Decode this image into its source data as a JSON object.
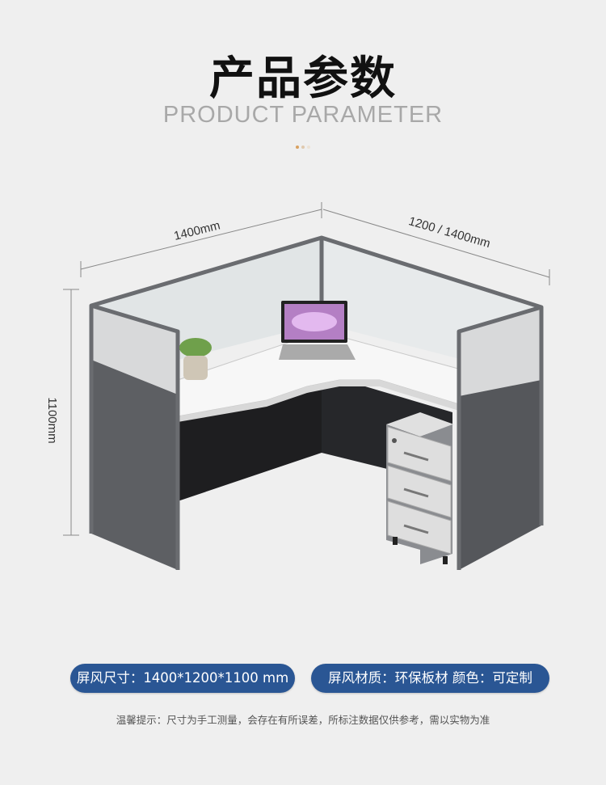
{
  "header": {
    "title": "产品参数",
    "subtitle": "PRODUCT PARAMETER",
    "dot_colors": [
      "#d9a060",
      "#e0c9ae",
      "#ece2d6"
    ]
  },
  "dimensions": {
    "width_left": "1400mm",
    "width_right": "1200 / 1400mm",
    "height": "1100mm"
  },
  "specs": [
    {
      "label": "屏风尺寸：1400*1200*1100 mm"
    },
    {
      "label": "屏风材质：环保板材  颜色：可定制"
    }
  ],
  "note": "温馨提示：尺寸为手工测量，会存在有所误差，所标注数据仅供参考，需以实物为准",
  "colors": {
    "pill": "#2a5694",
    "panel": "#5d5f63"
  }
}
